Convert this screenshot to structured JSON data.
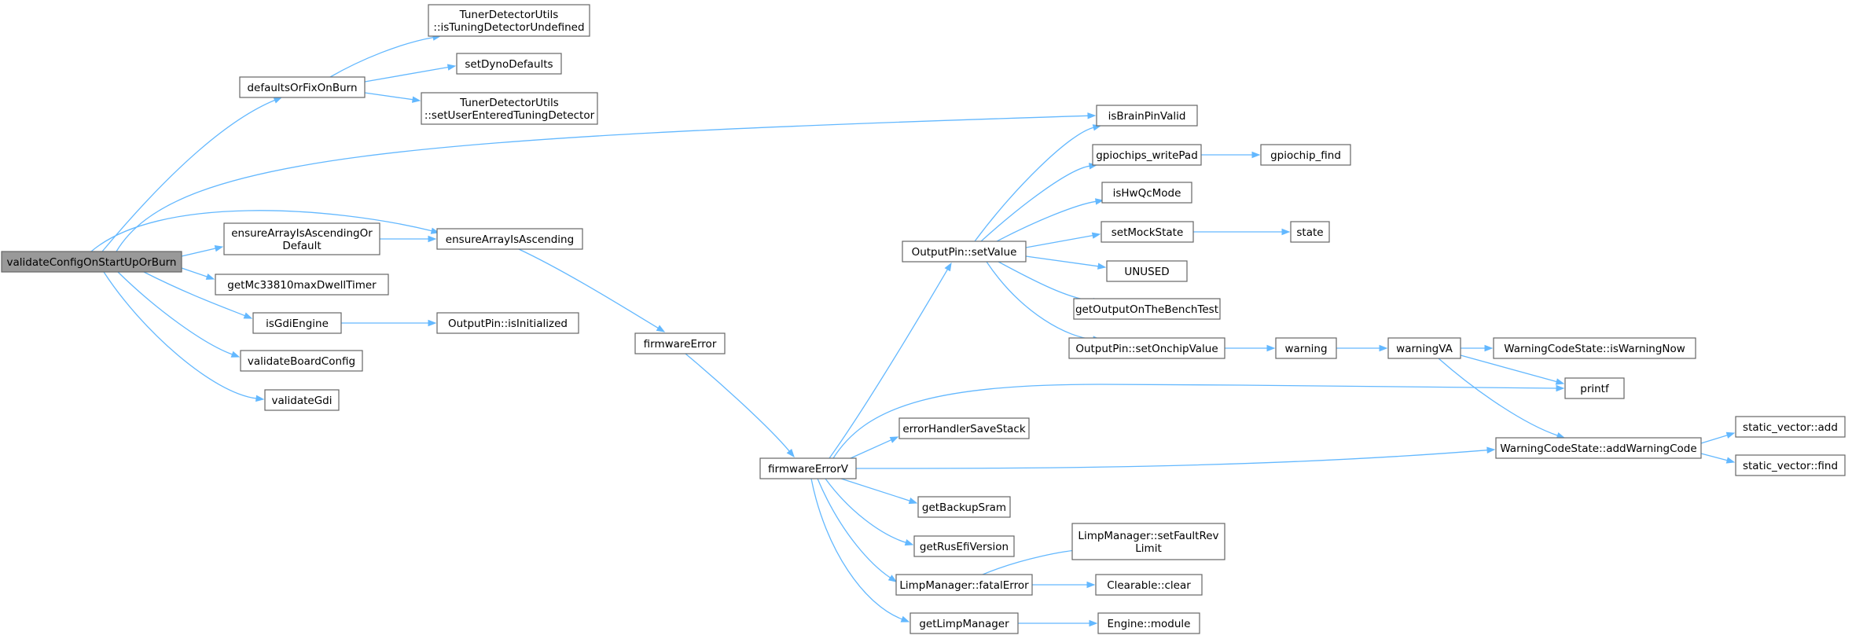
{
  "nodes": {
    "validateConfig": {
      "lines": [
        "validateConfigOnStartUpOrBurn"
      ],
      "root": true
    },
    "defaultsOrFix": {
      "lines": [
        "defaultsOrFixOnBurn"
      ]
    },
    "isTuningUndef": {
      "lines": [
        "TunerDetectorUtils",
        "::isTuningDetectorUndefined"
      ]
    },
    "setDynoDefaults": {
      "lines": [
        "setDynoDefaults"
      ]
    },
    "setUserTuning": {
      "lines": [
        "TunerDetectorUtils",
        "::setUserEnteredTuningDetector"
      ]
    },
    "ensureOrDefault": {
      "lines": [
        "ensureArrayIsAscendingOr",
        "Default"
      ]
    },
    "ensureAscending": {
      "lines": [
        "ensureArrayIsAscending"
      ]
    },
    "getMc33810": {
      "lines": [
        "getMc33810maxDwellTimer"
      ]
    },
    "isGdiEngine": {
      "lines": [
        "isGdiEngine"
      ]
    },
    "isInitialized": {
      "lines": [
        "OutputPin::isInitialized"
      ]
    },
    "validateBoard": {
      "lines": [
        "validateBoardConfig"
      ]
    },
    "validateGdi": {
      "lines": [
        "validateGdi"
      ]
    },
    "firmwareError": {
      "lines": [
        "firmwareError"
      ]
    },
    "firmwareErrorV": {
      "lines": [
        "firmwareErrorV"
      ]
    },
    "setValue": {
      "lines": [
        "OutputPin::setValue"
      ]
    },
    "isBrainPinValid": {
      "lines": [
        "isBrainPinValid"
      ]
    },
    "gpiochipsWritePad": {
      "lines": [
        "gpiochips_writePad"
      ]
    },
    "gpiochipFind": {
      "lines": [
        "gpiochip_find"
      ]
    },
    "isHwQcMode": {
      "lines": [
        "isHwQcMode"
      ]
    },
    "setMockState": {
      "lines": [
        "setMockState"
      ]
    },
    "state": {
      "lines": [
        "state"
      ]
    },
    "unused": {
      "lines": [
        "UNUSED"
      ]
    },
    "getOutputBench": {
      "lines": [
        "getOutputOnTheBenchTest"
      ]
    },
    "setOnchipValue": {
      "lines": [
        "OutputPin::setOnchipValue"
      ]
    },
    "warning": {
      "lines": [
        "warning"
      ]
    },
    "warningVA": {
      "lines": [
        "warningVA"
      ]
    },
    "isWarningNow": {
      "lines": [
        "WarningCodeState::isWarningNow"
      ]
    },
    "printf": {
      "lines": [
        "printf"
      ]
    },
    "addWarningCode": {
      "lines": [
        "WarningCodeState::addWarningCode"
      ]
    },
    "staticVectorAdd": {
      "lines": [
        "static_vector::add"
      ]
    },
    "staticVectorFind": {
      "lines": [
        "static_vector::find"
      ]
    },
    "errorHandlerSave": {
      "lines": [
        "errorHandlerSaveStack"
      ]
    },
    "getBackupSram": {
      "lines": [
        "getBackupSram"
      ]
    },
    "getRusEfiVersion": {
      "lines": [
        "getRusEfiVersion"
      ]
    },
    "fatalError": {
      "lines": [
        "LimpManager::fatalError"
      ]
    },
    "setFaultRevLimit": {
      "lines": [
        "LimpManager::setFaultRev",
        "Limit"
      ]
    },
    "clearableClear": {
      "lines": [
        "Clearable::clear"
      ]
    },
    "getLimpManager": {
      "lines": [
        "getLimpManager"
      ]
    },
    "engineModule": {
      "lines": [
        "Engine::module"
      ]
    }
  },
  "edges": [
    {
      "from": "validateConfig",
      "to": "defaultsOrFix"
    },
    {
      "from": "validateConfig",
      "to": "isBrainPinValid"
    },
    {
      "from": "validateConfig",
      "to": "ensureAscending"
    },
    {
      "from": "validateConfig",
      "to": "ensureOrDefault"
    },
    {
      "from": "validateConfig",
      "to": "getMc33810"
    },
    {
      "from": "validateConfig",
      "to": "isGdiEngine"
    },
    {
      "from": "validateConfig",
      "to": "validateBoard"
    },
    {
      "from": "validateConfig",
      "to": "validateGdi"
    },
    {
      "from": "defaultsOrFix",
      "to": "isTuningUndef"
    },
    {
      "from": "defaultsOrFix",
      "to": "setDynoDefaults"
    },
    {
      "from": "defaultsOrFix",
      "to": "setUserTuning"
    },
    {
      "from": "ensureOrDefault",
      "to": "ensureAscending"
    },
    {
      "from": "ensureAscending",
      "to": "firmwareError"
    },
    {
      "from": "isGdiEngine",
      "to": "isInitialized"
    },
    {
      "from": "firmwareError",
      "to": "firmwareErrorV"
    },
    {
      "from": "firmwareErrorV",
      "to": "setValue"
    },
    {
      "from": "firmwareErrorV",
      "to": "printf"
    },
    {
      "from": "firmwareErrorV",
      "to": "errorHandlerSave"
    },
    {
      "from": "firmwareErrorV",
      "to": "addWarningCode"
    },
    {
      "from": "firmwareErrorV",
      "to": "getBackupSram"
    },
    {
      "from": "firmwareErrorV",
      "to": "getRusEfiVersion"
    },
    {
      "from": "firmwareErrorV",
      "to": "fatalError"
    },
    {
      "from": "firmwareErrorV",
      "to": "getLimpManager"
    },
    {
      "from": "setValue",
      "to": "isBrainPinValid"
    },
    {
      "from": "setValue",
      "to": "gpiochipsWritePad"
    },
    {
      "from": "setValue",
      "to": "isHwQcMode"
    },
    {
      "from": "setValue",
      "to": "setMockState"
    },
    {
      "from": "setValue",
      "to": "unused"
    },
    {
      "from": "setValue",
      "to": "getOutputBench"
    },
    {
      "from": "setValue",
      "to": "setOnchipValue"
    },
    {
      "from": "gpiochipsWritePad",
      "to": "gpiochipFind"
    },
    {
      "from": "setMockState",
      "to": "state"
    },
    {
      "from": "setOnchipValue",
      "to": "warning"
    },
    {
      "from": "warning",
      "to": "warningVA"
    },
    {
      "from": "warningVA",
      "to": "isWarningNow"
    },
    {
      "from": "warningVA",
      "to": "printf"
    },
    {
      "from": "warningVA",
      "to": "addWarningCode"
    },
    {
      "from": "addWarningCode",
      "to": "staticVectorAdd"
    },
    {
      "from": "addWarningCode",
      "to": "staticVectorFind"
    },
    {
      "from": "fatalError",
      "to": "setFaultRevLimit"
    },
    {
      "from": "fatalError",
      "to": "clearableClear"
    },
    {
      "from": "getLimpManager",
      "to": "engineModule"
    }
  ]
}
